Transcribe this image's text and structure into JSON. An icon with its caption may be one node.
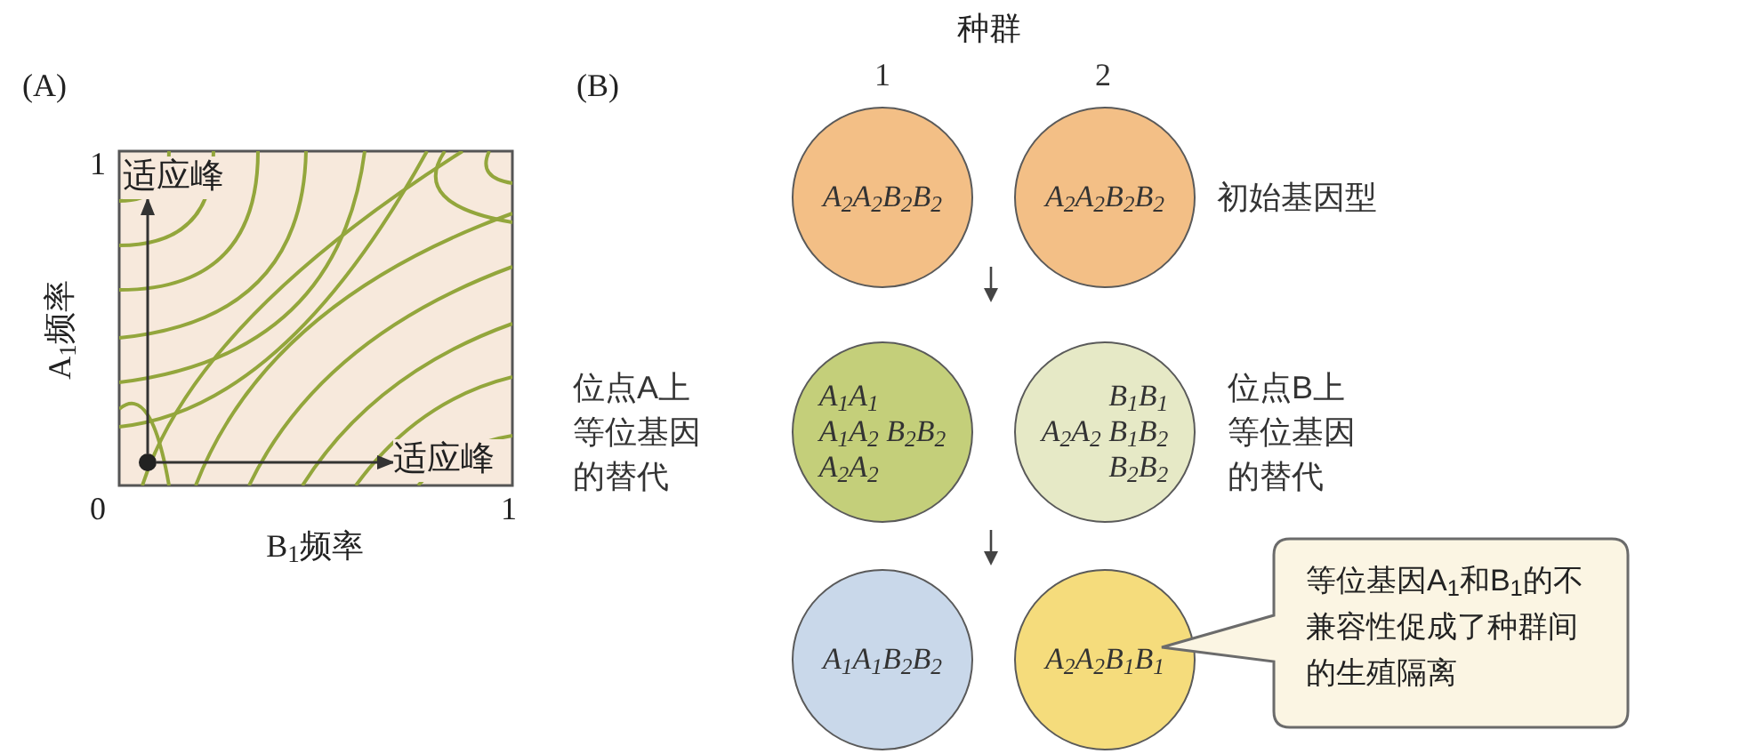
{
  "diagram": {
    "nodes": [
      {
        "text": [],
        "shape": "circle"
      },
      {
        "text": [
          "适应峰"
        ]
      },
      {
        "text": [
          "适应峰"
        ]
      },
      {
        "text": [
          "A$_{2}$A$_{2}$B$_{2}$B$_{2}$"
        ],
        "beside": [
          "1"
        ]
      },
      {
        "text": [
          "A$_{2}$A$_{2}$B$_{2}$B$_{2}$"
        ],
        "beside": [
          "2",
          "初始基因型"
        ]
      },
      {
        "text": [
          "A$_{1}$A$_{1}$",
          "A$_{1}$A$_{2}$ B$_{2}$B$_{2}$",
          "A$_{2}$A$_{2}$"
        ],
        "beside": [
          "位点A上等位基因的替代"
        ]
      },
      {
        "text": [
          "B$_{1}$B$_{1}$",
          "A$_{2}$A$_{2}$ B$_{1}$B$_{2}$",
          "B$_{2}$B$_{2}$"
        ],
        "beside": [
          "位点B上等位基因的替代"
        ]
      },
      {
        "text": [
          "A$_{1}$A$_{1}$B$_{2}$B$_{2}$"
        ]
      },
      {
        "text": [
          "A$_{2}$A$_{2}$B$_{1}$B$_{1}$"
        ]
      },
      {
        "text": [
          "等位基因A$_{1}$和B$_{1}$的不兼容性促成了种群间的生殖隔离"
        ]
      }
    ],
    "edges": [
      {
        "from": 0,
        "to": 1,
        "arrow": "to"
      },
      {
        "from": 0,
        "to": 2,
        "arrow": "to"
      }
    ],
    "labels": [
      "(A)",
      "1",
      "A$_{1}$频率",
      "0",
      "1",
      "B$_{1}$频率",
      "(B)",
      "种群"
    ]
  }
}
